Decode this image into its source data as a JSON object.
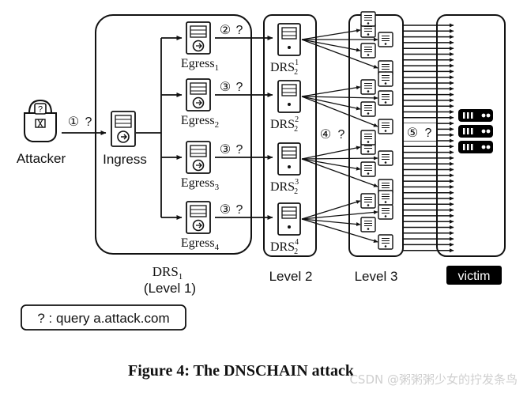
{
  "figure": {
    "caption": "Figure 4: The DNSCHAIN attack",
    "watermark": "CSDN @粥粥粥少女的拧发条鸟"
  },
  "attacker": {
    "label": "Attacker",
    "step": "①",
    "q": "?"
  },
  "level1": {
    "ingress_label": "Ingress",
    "egress": [
      {
        "name": "Egress",
        "sub": "1",
        "step": "②",
        "q": "?"
      },
      {
        "name": "Egress",
        "sub": "2",
        "step": "③",
        "q": "?"
      },
      {
        "name": "Egress",
        "sub": "3",
        "step": "③",
        "q": "?"
      },
      {
        "name": "Egress",
        "sub": "4",
        "step": "③",
        "q": "?"
      }
    ],
    "caption_name": "DRS",
    "caption_sub": "1",
    "caption_level": "(Level 1)"
  },
  "level2": {
    "nodes": [
      {
        "name": "DRS",
        "sup": "1",
        "sub": "2"
      },
      {
        "name": "DRS",
        "sup": "2",
        "sub": "2"
      },
      {
        "name": "DRS",
        "sup": "3",
        "sub": "2"
      },
      {
        "name": "DRS",
        "sup": "4",
        "sub": "2"
      }
    ],
    "label": "Level 2",
    "step": "④",
    "q": "?"
  },
  "level3": {
    "label": "Level 3",
    "step": "⑤",
    "q": "?"
  },
  "victim": {
    "label": "victim"
  },
  "legend": {
    "text": "? : query a.attack.com"
  },
  "colors": {
    "stroke": "#111111",
    "victim_bg": "#000000",
    "victim_text": "#ffffff"
  }
}
